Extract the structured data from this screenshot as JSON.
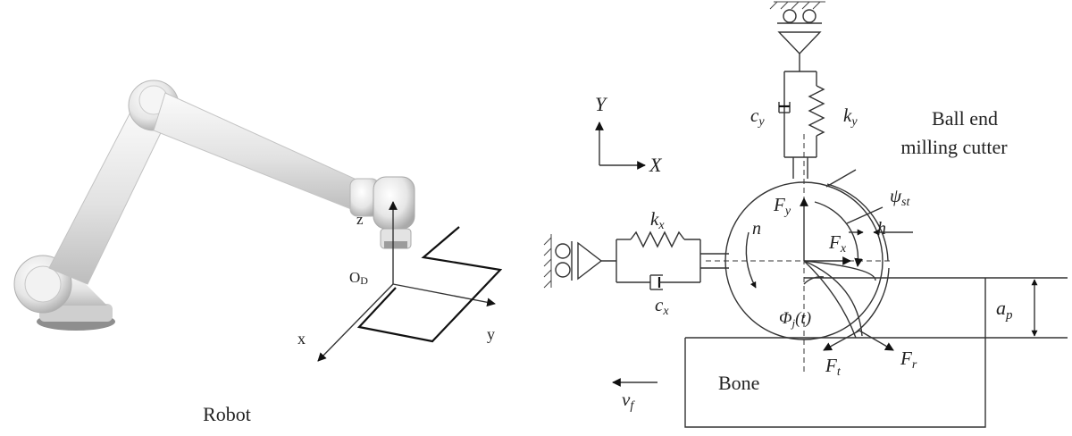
{
  "robot_panel": {
    "caption": "Robot",
    "frame": {
      "origin_main": "O",
      "origin_sub": "D",
      "z_label": "z",
      "x_label": "x",
      "y_label": "y"
    }
  },
  "milling_panel": {
    "axes": {
      "y": "Y",
      "x": "X"
    },
    "cutter_label_line1": "Ball end",
    "cutter_label_line2": "milling cutter",
    "bone_label": "Bone",
    "symbols": {
      "cy": {
        "main": "c",
        "sub": "y"
      },
      "ky": {
        "main": "k",
        "sub": "y"
      },
      "kx": {
        "main": "k",
        "sub": "x"
      },
      "cx": {
        "main": "c",
        "sub": "x"
      },
      "Fy": {
        "main": "F",
        "sub": "y"
      },
      "Fx": {
        "main": "F",
        "sub": "x"
      },
      "Ft": {
        "main": "F",
        "sub": "t"
      },
      "Fr": {
        "main": "F",
        "sub": "r"
      },
      "psi": {
        "main": "ψ",
        "sub": "st"
      },
      "h": {
        "main": "h"
      },
      "n": {
        "main": "n"
      },
      "phi": {
        "main": "Φ",
        "sub": "j",
        "tail": "(t)"
      },
      "ap": {
        "main": "a",
        "sub": "p"
      },
      "vf": {
        "main": "v",
        "sub": "f"
      }
    }
  }
}
